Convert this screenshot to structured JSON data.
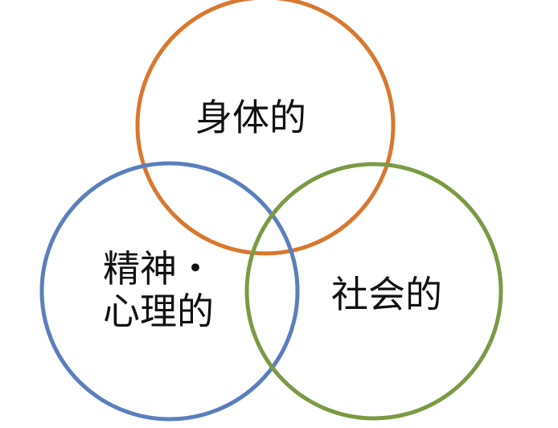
{
  "diagram": {
    "circles": [
      {
        "label": "身体的",
        "color": "#D9772F"
      },
      {
        "label_line1": "精神・",
        "label_line2": "心理的",
        "color": "#5A7FBD"
      },
      {
        "label": "社会的",
        "color": "#7B9A44"
      }
    ]
  }
}
